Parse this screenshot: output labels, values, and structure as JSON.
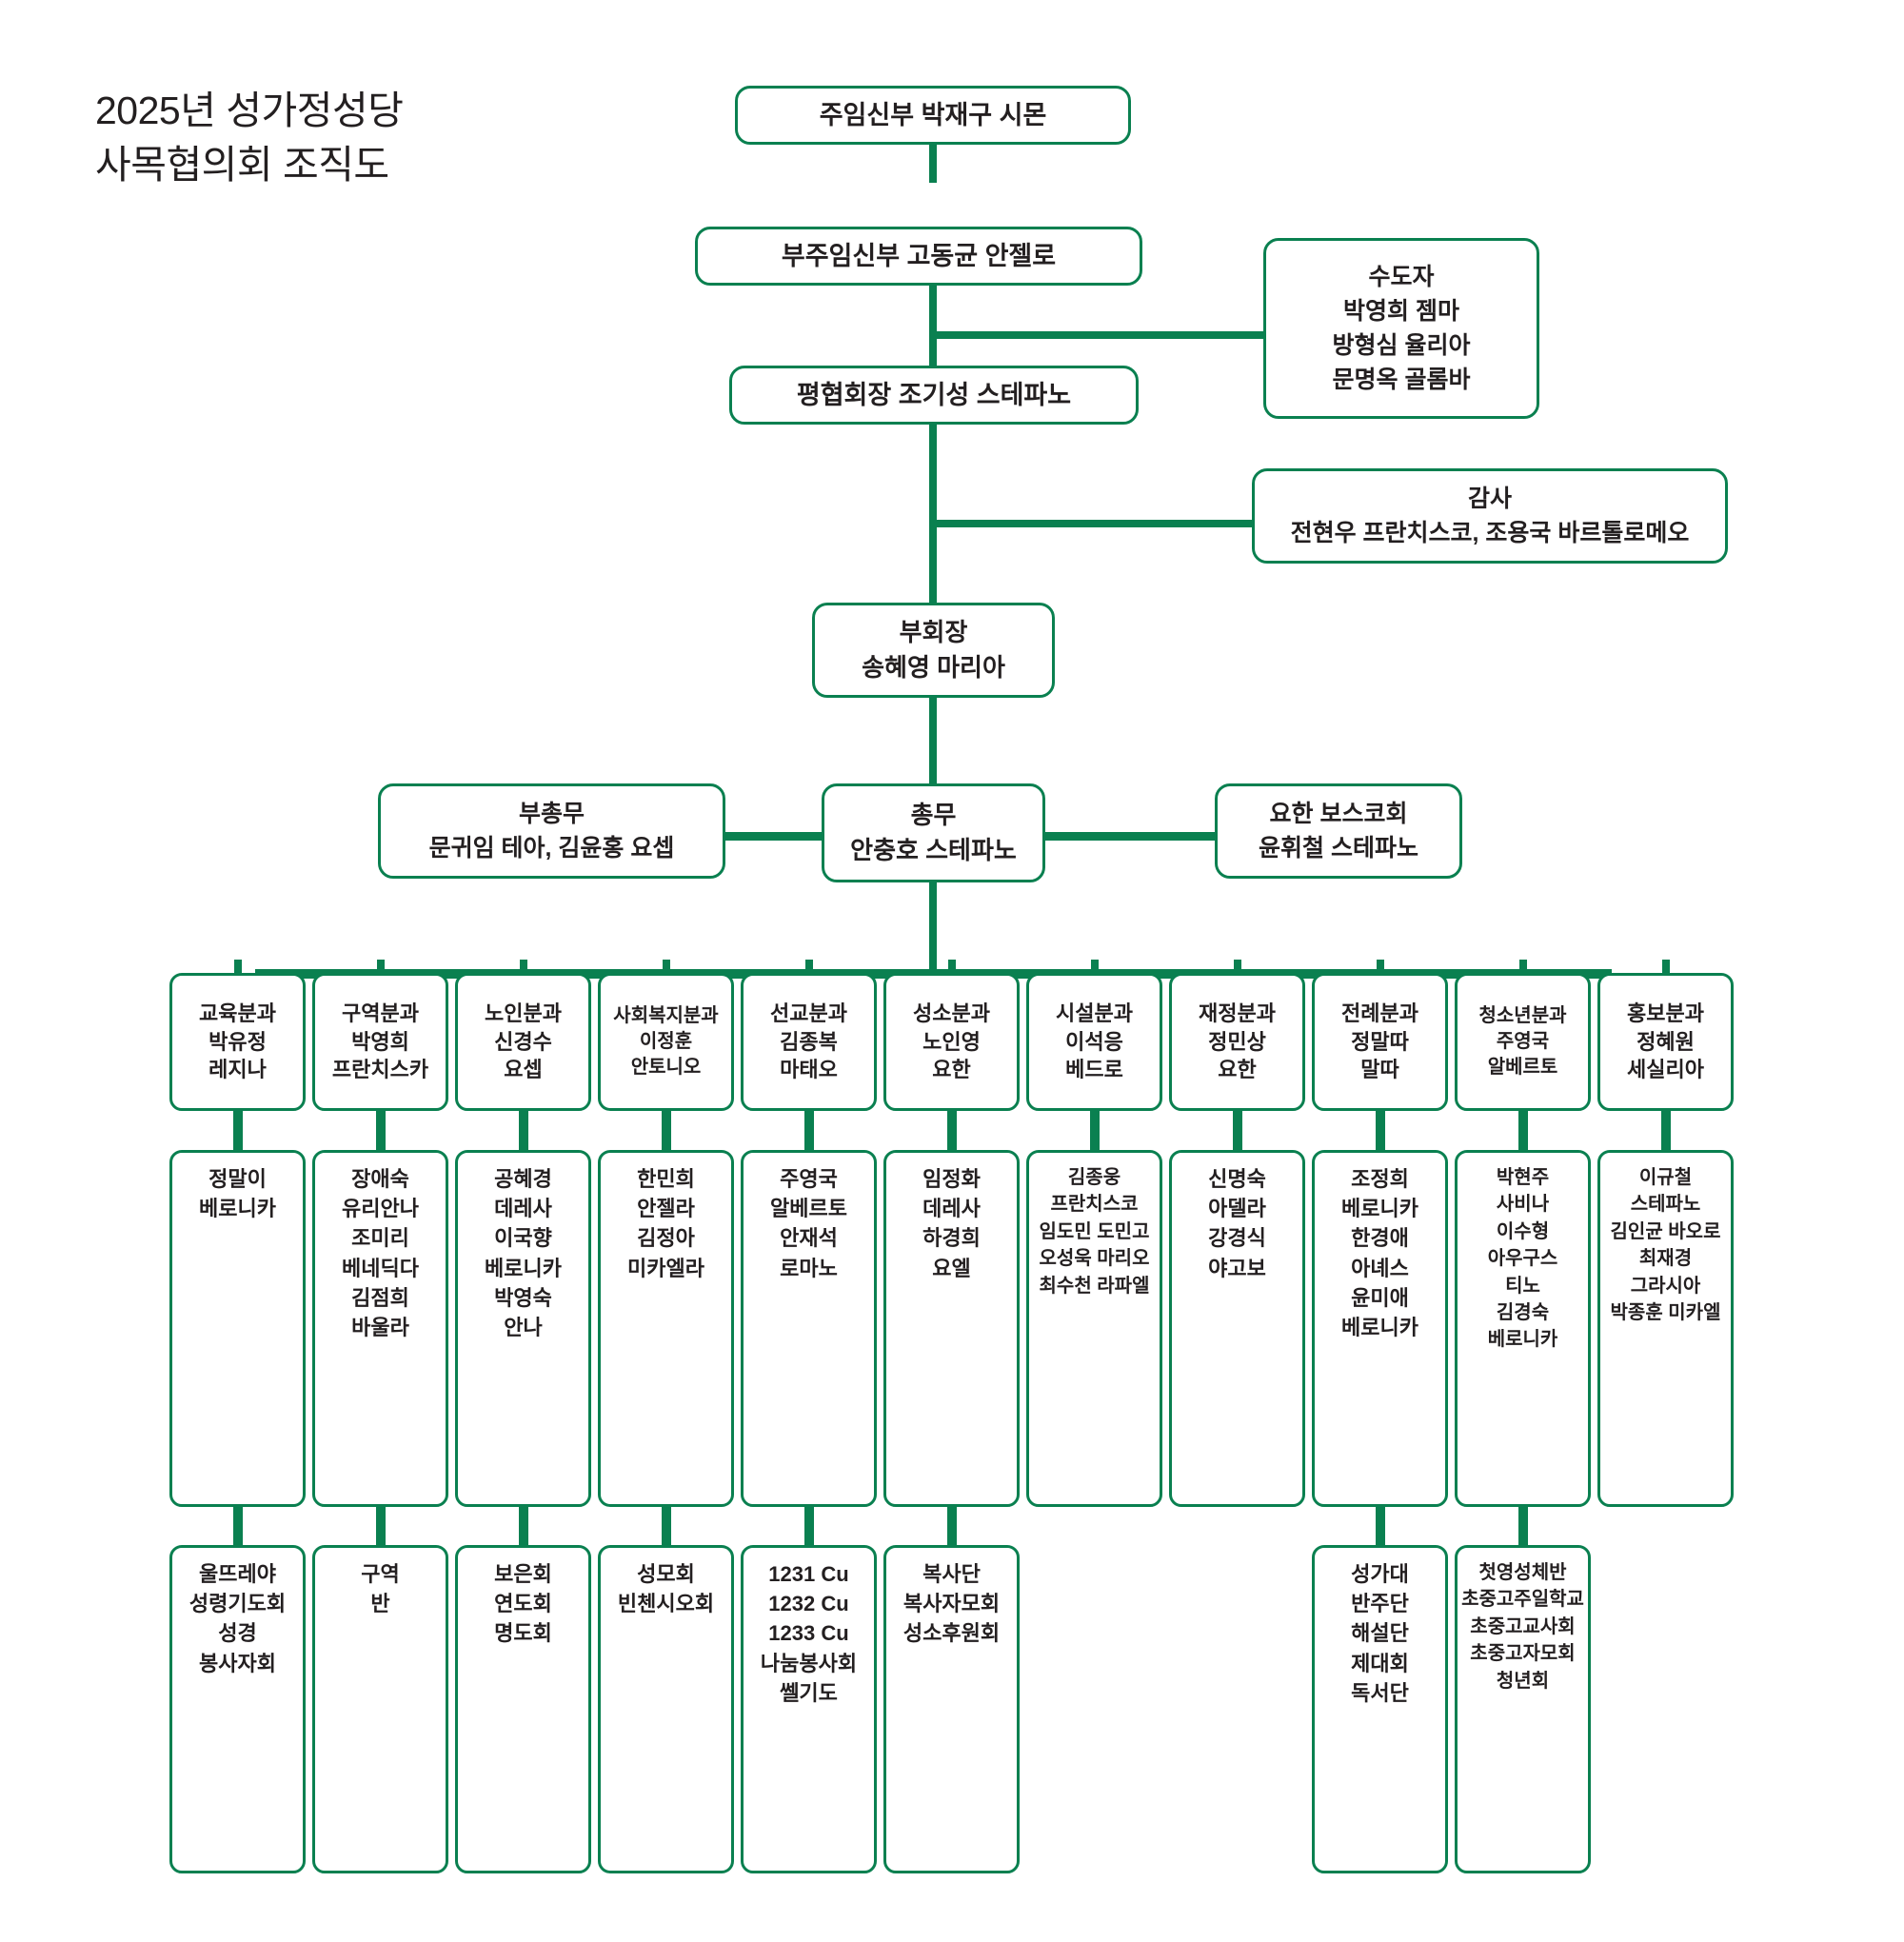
{
  "title": "2025년 성가정성당\n사목협의회 조직도",
  "theme": {
    "accent": "#0a8050",
    "text": "#231f20",
    "background": "#ffffff"
  },
  "top_chain": {
    "pastor": "주임신부   박재구 시몬",
    "associate_pastor": "부주임신부   고동균 안젤로",
    "council_president": "평협회장   조기성 스테파노",
    "vice_president": "부회장\n송혜영 마리아",
    "general_secretary": "총무\n안충호 스테파노"
  },
  "side_nodes": {
    "religious": "수도자\n박영희 젬마\n방형심 율리아\n문명옥 골롬바",
    "auditors": "감사\n전현우 프란치스코, 조용국 바르톨로메오",
    "vice_secretary": "부총무\n문귀임 테아, 김윤홍 요셉",
    "bosco_society": "요한 보스코회\n윤휘철 스테파노"
  },
  "departments": [
    {
      "head": "교육분과\n박유정\n레지나",
      "members": "정말이\n베로니카",
      "groups": "울뜨레야\n성령기도회\n성경\n봉사자회"
    },
    {
      "head": "구역분과\n박영희\n프란치스카",
      "members": "장애숙\n유리안나\n조미리\n베네딕다\n김점희\n바울라",
      "groups": "구역\n반"
    },
    {
      "head": "노인분과\n신경수\n요셉",
      "members": "공혜경\n데레사\n이국향\n베로니카\n박영숙\n안나",
      "groups": "보은회\n연도회\n명도회"
    },
    {
      "head": "사회복지분과\n이정훈\n안토니오",
      "members": "한민희\n안젤라\n김정아\n미카엘라",
      "groups": "성모회\n빈첸시오회"
    },
    {
      "head": "선교분과\n김종복\n마태오",
      "members": "주영국\n알베르토\n안재석\n로마노",
      "groups": "1231 Cu\n1232 Cu\n1233 Cu\n나눔봉사회\n쎌기도"
    },
    {
      "head": "성소분과\n노인영\n요한",
      "members": "임정화\n데레사\n하경희\n요엘",
      "groups": "복사단\n복사자모회\n성소후원회"
    },
    {
      "head": "시설분과\n이석응\n베드로",
      "members": "김종웅\n프란치스코\n임도민 도민고\n오성욱 마리오\n최수천 라파엘",
      "groups": ""
    },
    {
      "head": "재정분과\n정민상\n요한",
      "members": "신명숙\n아델라\n강경식\n야고보",
      "groups": ""
    },
    {
      "head": "전례분과\n정말따\n말따",
      "members": "조정희\n베로니카\n한경애\n아녜스\n윤미애\n베로니카",
      "groups": "성가대\n반주단\n해설단\n제대회\n독서단"
    },
    {
      "head": "청소년분과\n주영국\n알베르토",
      "members": "박현주\n사비나\n이수형\n아우구스\n티노\n김경숙\n베로니카",
      "groups": "첫영성체반\n초중고주일학교\n초중고교사회\n초중고자모회\n청년회"
    },
    {
      "head": "홍보분과\n정혜원\n세실리아",
      "members": "이규철\n스테파노\n김인균 바오로\n최재경\n그라시아\n박종훈 미카엘",
      "groups": ""
    }
  ]
}
